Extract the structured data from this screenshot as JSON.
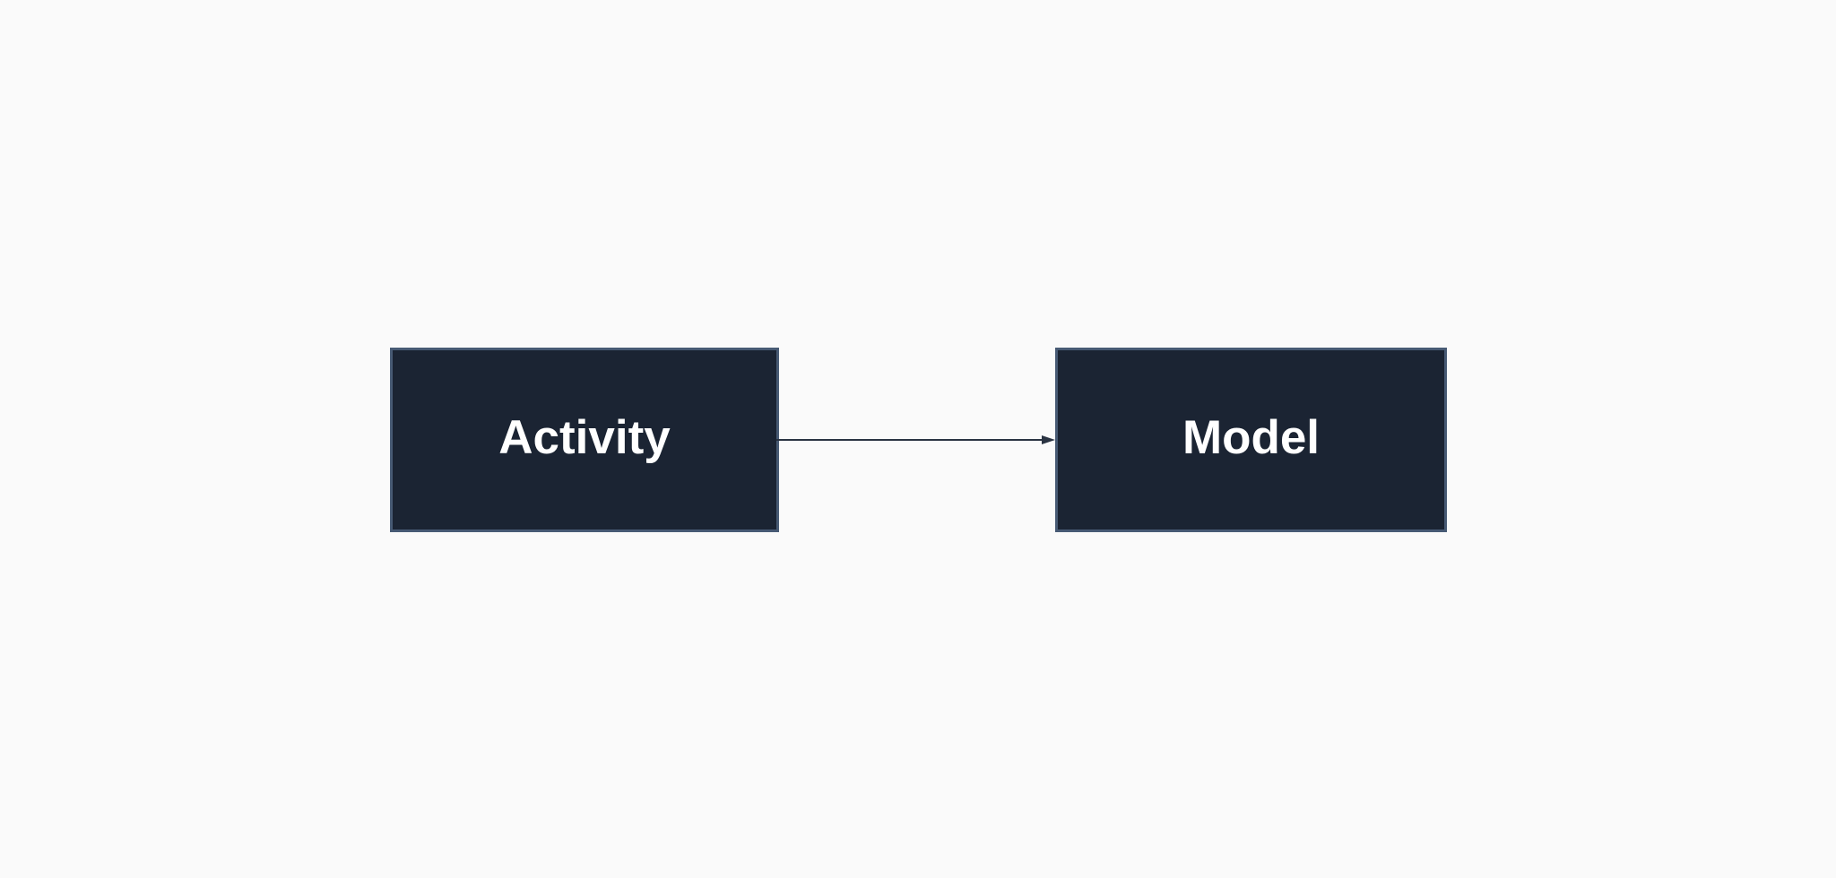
{
  "diagram": {
    "background": "#fafafa",
    "nodes": [
      {
        "id": "activity",
        "label": "Activity",
        "fill": "#1b2433",
        "border": "#475a74",
        "text_color": "#ffffff"
      },
      {
        "id": "model",
        "label": "Model",
        "fill": "#1b2433",
        "border": "#475a74",
        "text_color": "#ffffff"
      }
    ],
    "edges": [
      {
        "from": "activity",
        "to": "model",
        "direction": "left-to-right",
        "color": "#2a3342",
        "arrow": "filled-triangle"
      }
    ]
  }
}
